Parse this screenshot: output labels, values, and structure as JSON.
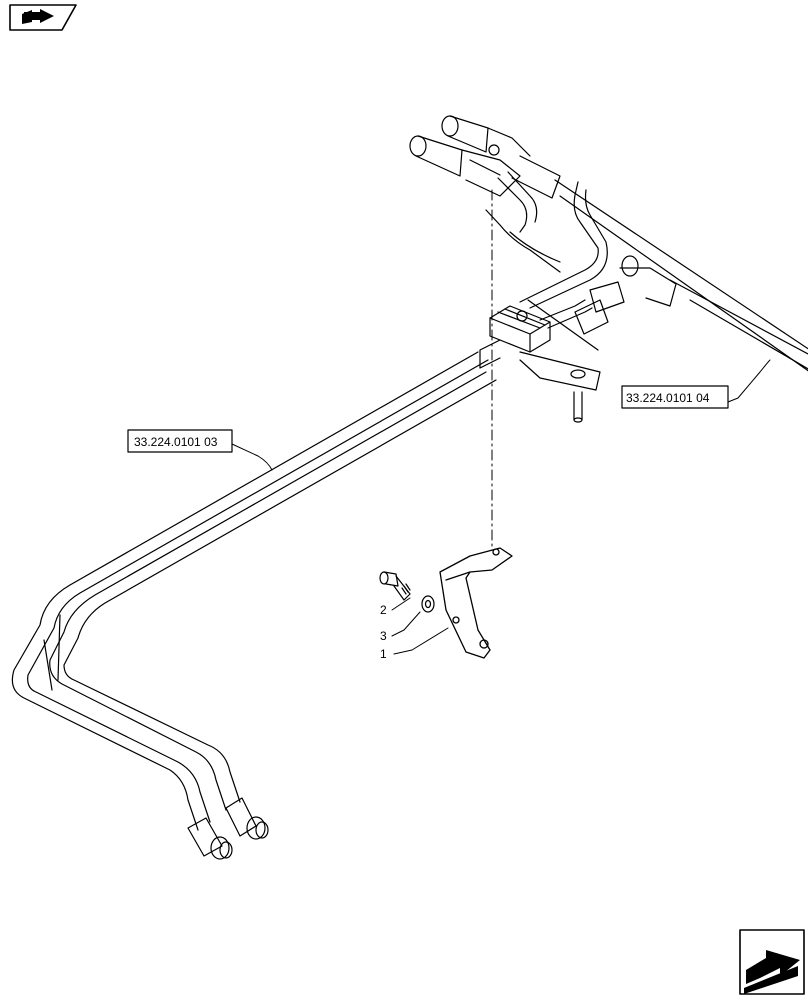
{
  "references": [
    {
      "id": "ref-left",
      "text": "33.224.0101 03"
    },
    {
      "id": "ref-right",
      "text": "33.224.0101 04"
    }
  ],
  "items": [
    {
      "id": "item-2",
      "text": "2"
    },
    {
      "id": "item-3",
      "text": "3"
    },
    {
      "id": "item-1",
      "text": "1"
    }
  ],
  "icons": {
    "top_left": "book-arrow-icon",
    "bottom_right": "next-page-arrow-icon"
  }
}
